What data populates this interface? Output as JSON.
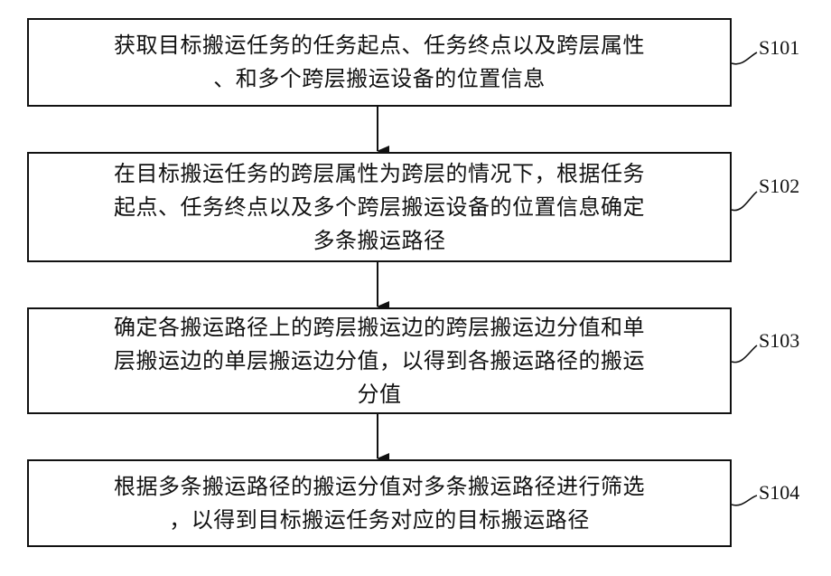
{
  "steps": [
    {
      "label": "S101",
      "lines": [
        "获取目标搬运任务的任务起点、任务终点以及跨层属性",
        "、和多个跨层搬运设备的位置信息"
      ]
    },
    {
      "label": "S102",
      "lines": [
        "在目标搬运任务的跨层属性为跨层的情况下，根据任务",
        "起点、任务终点以及多个跨层搬运设备的位置信息确定",
        "多条搬运路径"
      ]
    },
    {
      "label": "S103",
      "lines": [
        "确定各搬运路径上的跨层搬运边的跨层搬运边分值和单",
        "层搬运边的单层搬运边分值，以得到各搬运路径的搬运",
        "分值"
      ]
    },
    {
      "label": "S104",
      "lines": [
        "根据多条搬运路径的搬运分值对多条搬运路径进行筛选",
        "，以得到目标搬运任务对应的目标搬运路径"
      ]
    }
  ]
}
